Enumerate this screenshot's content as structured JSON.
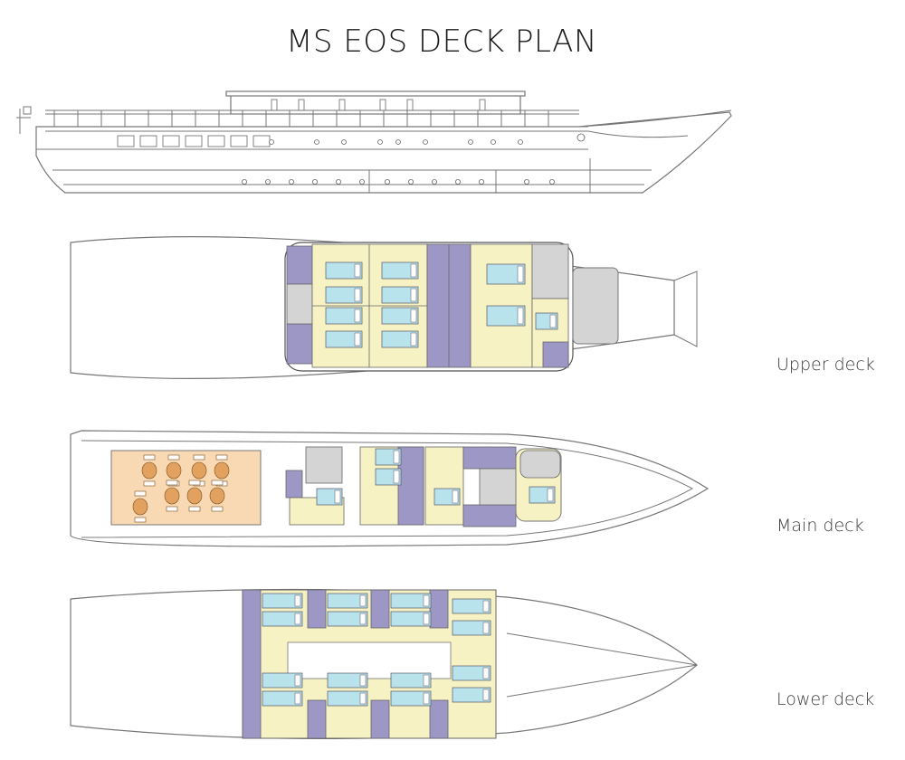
{
  "title": "MS EOS DECK PLAN",
  "decks": {
    "upper": "Upper deck",
    "main": "Main deck",
    "lower": "Lower deck"
  },
  "colors": {
    "cabin": "#f6f2c4",
    "bathroom": "#9d97c6",
    "service": "#d4d4d4",
    "dining": "#f8d9b4",
    "bed": "#b9e3ec",
    "table": "#e2a15e",
    "outline": "#777777"
  }
}
